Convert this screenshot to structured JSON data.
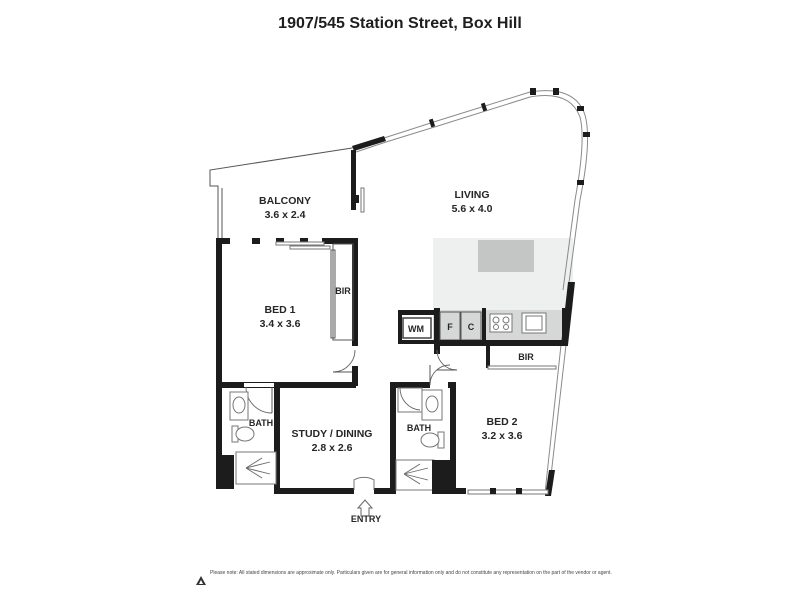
{
  "title": "1907/545 Station Street, Box Hill",
  "rooms": {
    "balcony": {
      "name": "BALCONY",
      "dims": "3.6 x 2.4"
    },
    "living": {
      "name": "LIVING",
      "dims": "5.6 x 4.0"
    },
    "bed1": {
      "name": "BED 1",
      "dims": "3.4 x 3.6"
    },
    "bed1_bir": "BIR",
    "study": {
      "name": "STUDY / DINING",
      "dims": "2.8 x 2.6"
    },
    "bath1": "BATH",
    "bath2": "BATH",
    "bed2": {
      "name": "BED 2",
      "dims": "3.2 x 3.6"
    },
    "bed2_bir": "BIR",
    "wm": "WM",
    "fridge": "F",
    "cupboard": "C",
    "entry": "ENTRY"
  },
  "disclaimer": "Please note: All stated dimensions are approximate only. Particulars given are for general information only and do not constitute any representation on the part of the vendor or agent.",
  "colors": {
    "wall": "#1c1c1c",
    "kitchen_fill": "#eef0ef",
    "bench_fill": "#d6d8d7",
    "island_fill": "#c4c6c5"
  }
}
